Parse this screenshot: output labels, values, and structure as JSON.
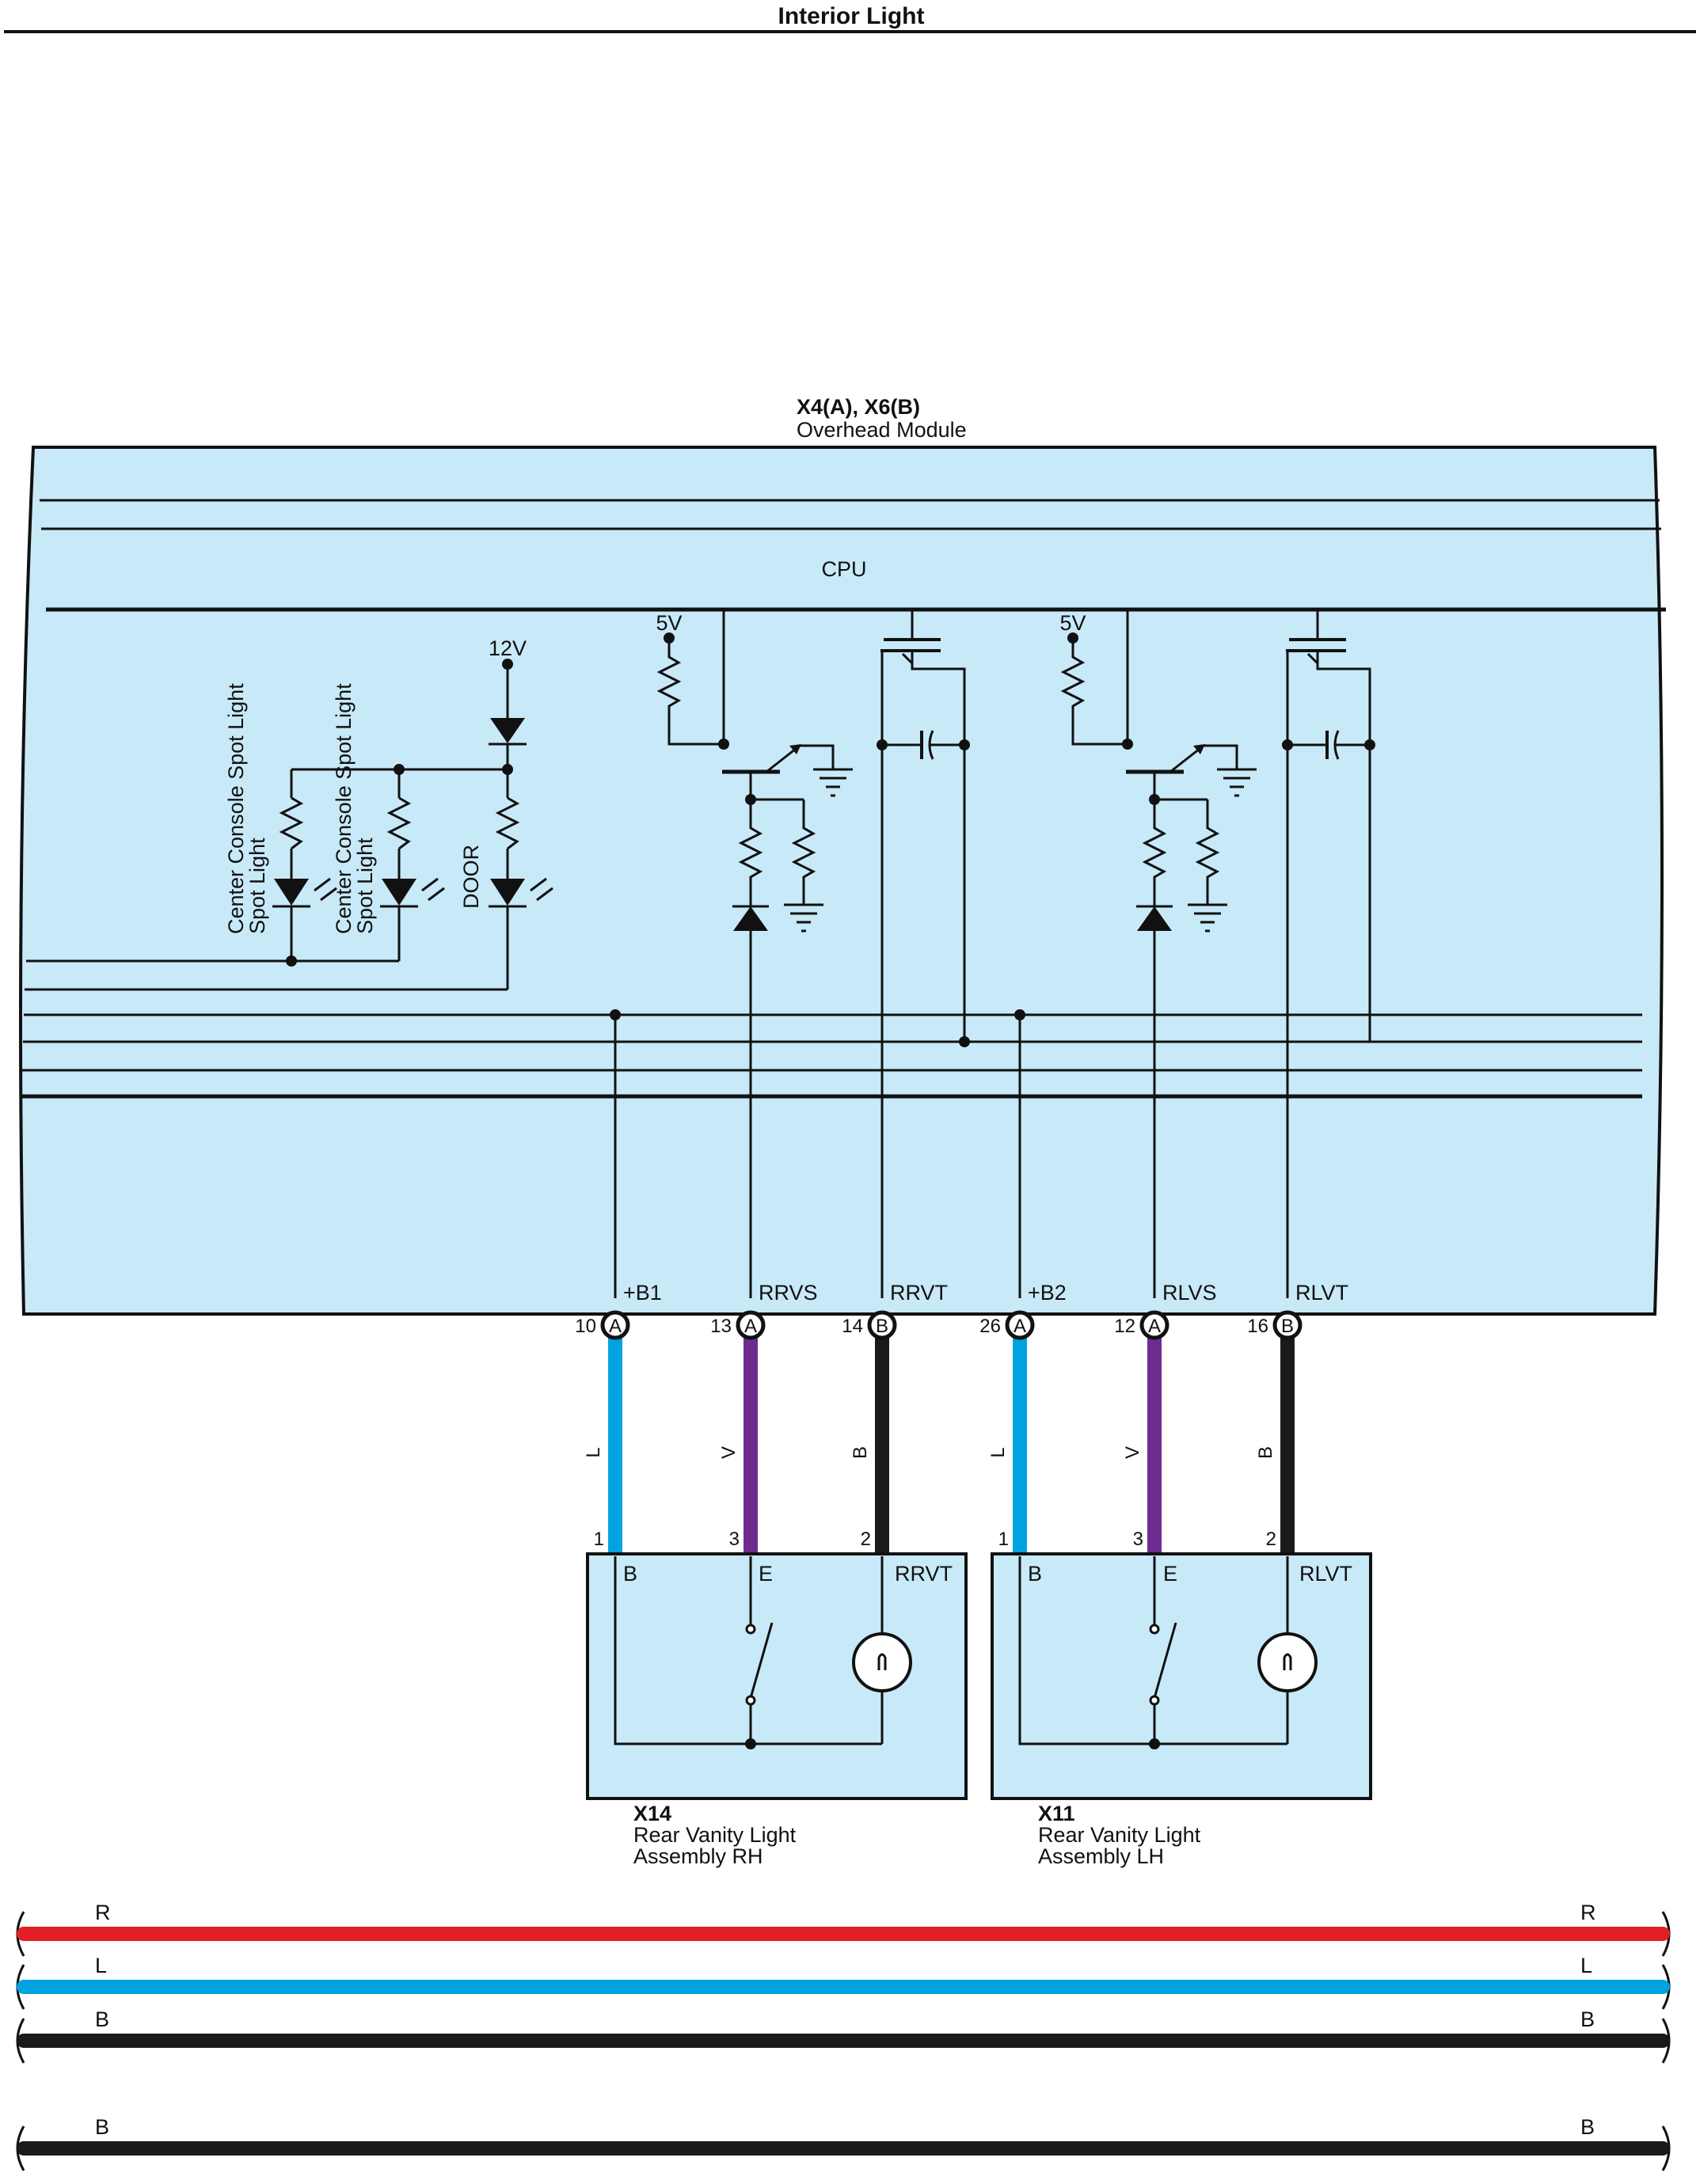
{
  "title": "Interior Light",
  "module": {
    "connector": "X4(A), X6(B)",
    "name": "Overhead Module",
    "cpu_label": "CPU",
    "supply_12v": "12V",
    "supply_5v": "5V",
    "lights": [
      "Center Console Spot Light",
      "Center Console Spot Light",
      "DOOR"
    ]
  },
  "terminals": [
    {
      "signal": "+B1",
      "pin": "10",
      "conn": "A",
      "wire": "L",
      "color": "#00a3e0",
      "dest_pin": "1"
    },
    {
      "signal": "RRVS",
      "pin": "13",
      "conn": "A",
      "wire": "V",
      "color": "#6e2c91",
      "dest_pin": "3"
    },
    {
      "signal": "RRVT",
      "pin": "14",
      "conn": "B",
      "wire": "B",
      "color": "#1a1a1a",
      "dest_pin": "2"
    },
    {
      "signal": "+B2",
      "pin": "26",
      "conn": "A",
      "wire": "L",
      "color": "#00a3e0",
      "dest_pin": "1"
    },
    {
      "signal": "RLVS",
      "pin": "12",
      "conn": "A",
      "wire": "V",
      "color": "#6e2c91",
      "dest_pin": "3"
    },
    {
      "signal": "RLVT",
      "pin": "16",
      "conn": "B",
      "wire": "B",
      "color": "#1a1a1a",
      "dest_pin": "2"
    }
  ],
  "assemblies": [
    {
      "id": "X14",
      "name_line1": "Rear Vanity Light",
      "name_line2": "Assembly RH",
      "labels": [
        "B",
        "E",
        "RRVT"
      ]
    },
    {
      "id": "X11",
      "name_line1": "Rear Vanity Light",
      "name_line2": "Assembly LH",
      "labels": [
        "B",
        "E",
        "RLVT"
      ]
    }
  ],
  "legend": [
    {
      "code": "R",
      "color": "#e31e24"
    },
    {
      "code": "L",
      "color": "#00a3e0"
    },
    {
      "code": "B",
      "color": "#1a1a1a"
    },
    {
      "code": "B",
      "color": "#1a1a1a"
    }
  ],
  "colors": {
    "fill": "#c8e9f8",
    "line": "#111111"
  }
}
